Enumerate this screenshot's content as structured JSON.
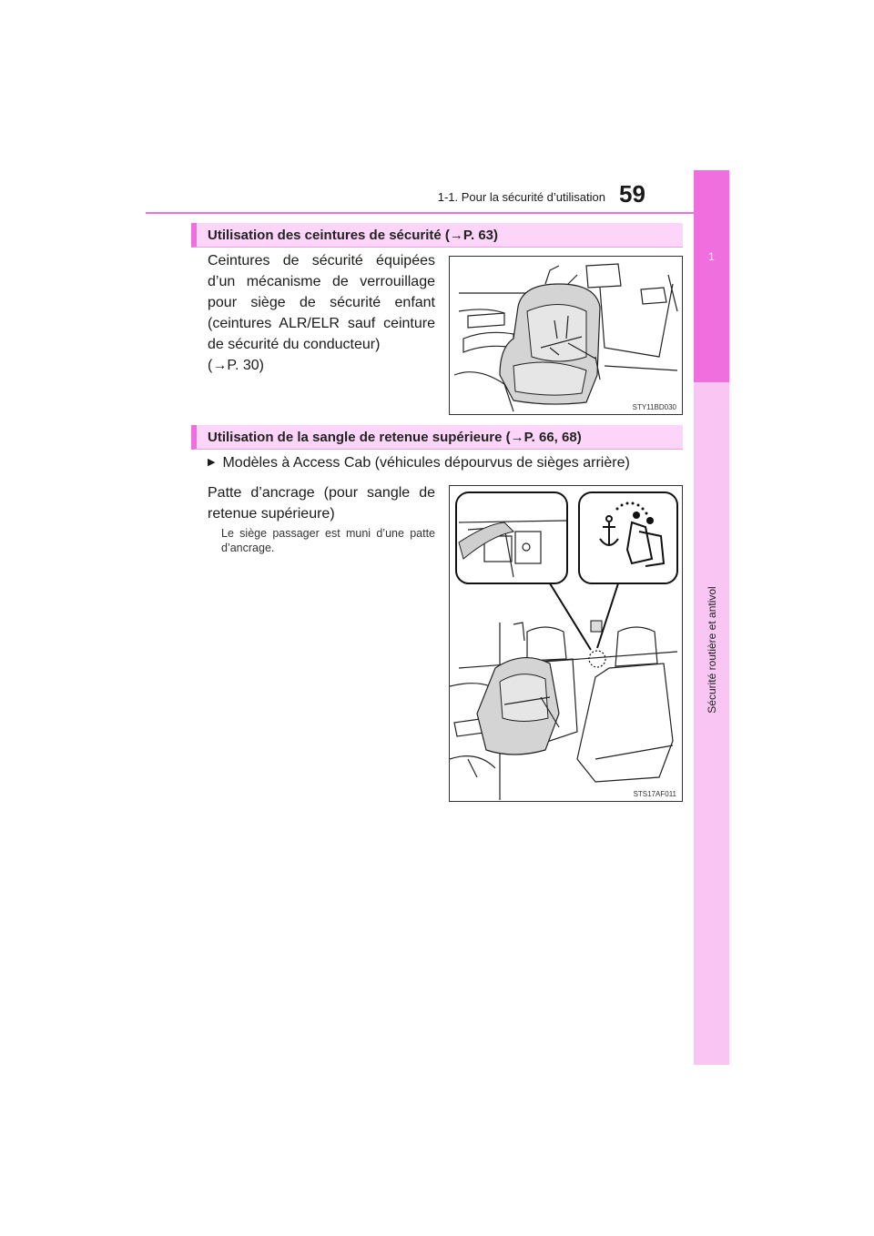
{
  "header": {
    "section_title": "1-1. Pour la sécurité d’utilisation",
    "page_number": "59"
  },
  "side_tab": {
    "chapter_number": "1",
    "chapter_title": "Sécurité routière et antivol"
  },
  "section1": {
    "heading": "Utilisation des ceintures de sécurité (→P. 63)",
    "body_line1": "Ceintures de sécurité équipées d’un mécanisme de verrouillage pour siège de sécurité enfant (ceintures ALR/ELR sauf ceinture de sécurité du conducteur)",
    "body_line2": "(→P. 30)",
    "figure_code": "STY11BD030"
  },
  "section2": {
    "heading": "Utilisation de la sangle de retenue supérieure (→P. 66, 68)",
    "bullet": "Modèles à Access Cab (véhicules dépourvus de sièges arrière)",
    "body": "Patte d’ancrage (pour sangle de retenue supérieure)",
    "note": "Le siège passager est muni d’une patte d’ancrage.",
    "figure_code": "STS17AF011"
  },
  "colors": {
    "accent": "#ee6fdd",
    "band": "#fcd5f8",
    "side_tab": "#f9c6f3"
  }
}
